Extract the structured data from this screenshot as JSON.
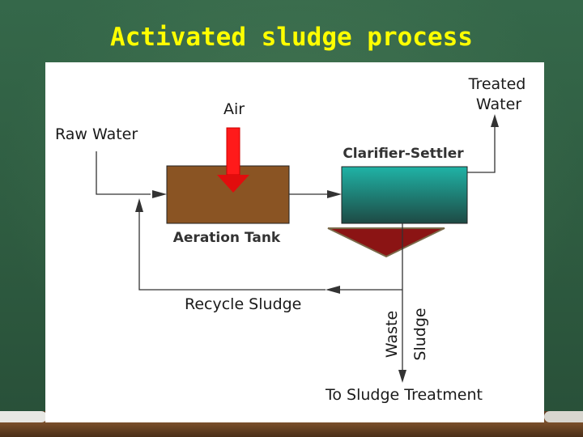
{
  "title": "Activated sludge process",
  "diagram": {
    "labels": {
      "treated_water_1": "Treated",
      "treated_water_2": "Water",
      "air": "Air",
      "raw_water": "Raw Water",
      "clarifier": "Clarifier-Settler",
      "aeration_tank": "Aeration Tank",
      "recycle_sludge": "Recycle Sludge",
      "waste": "Waste",
      "sludge": "Sludge",
      "to_sludge_treatment": "To Sludge Treatment"
    },
    "colors": {
      "aeration_tank": "#8a5423",
      "clarifier_top": "#1fb3a6",
      "clarifier_bottom": "#1e4a44",
      "hopper": "#8b1414",
      "air_arrow": "#ff1a1a",
      "line": "#333333"
    }
  }
}
